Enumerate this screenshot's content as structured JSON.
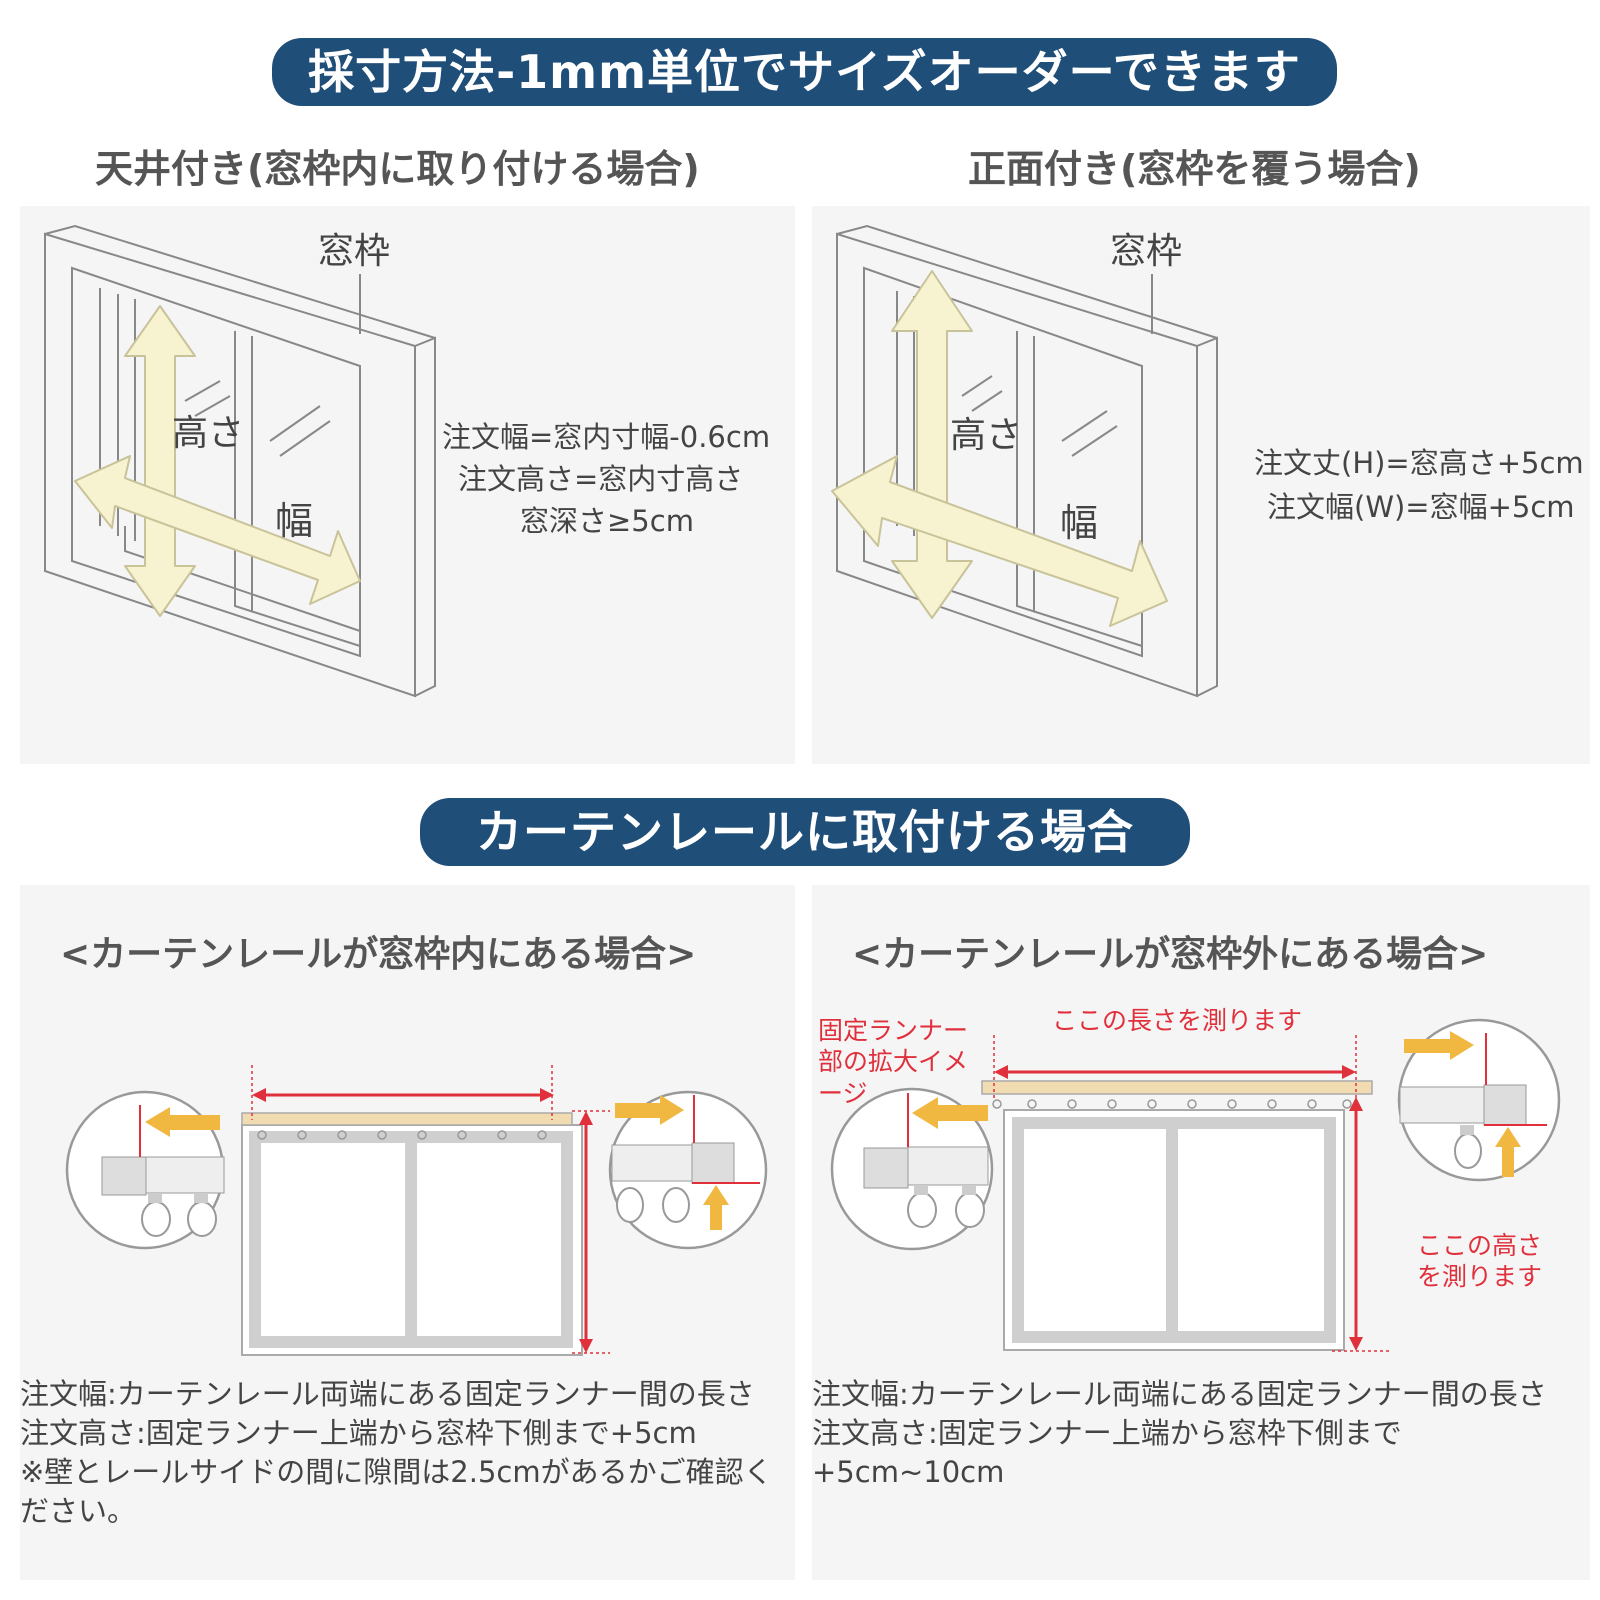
{
  "banners": {
    "top": "採寸方法-1mm単位でサイズオーダーできます",
    "rail": "カーテンレールに取付ける場合"
  },
  "ceiling": {
    "heading": "天井付き(窓枠内に取り付ける場合)",
    "frame_label": "窓枠",
    "height_label": "高さ",
    "width_label": "幅",
    "formula": [
      "注文幅=窓内寸幅-0.6cm",
      "注文高さ=窓内寸高さ",
      "窓深さ≥5cm"
    ]
  },
  "front": {
    "heading": "正面付き(窓枠を覆う場合)",
    "frame_label": "窓枠",
    "height_label": "高さ",
    "width_label": "幅",
    "formula": [
      "注文丈(H)=窓高さ+5cm",
      "注文幅(W)=窓幅+5cm"
    ]
  },
  "rail_inside": {
    "subheading": "<カーテンレールが窓枠内にある場合>",
    "notes": [
      "注文幅:カーテンレール両端にある固定ランナー間の長さ",
      "注文高さ:固定ランナー上端から窓枠下側まで+5cm",
      "※壁とレールサイドの間に隙間は2.5cmがあるかご確認ください。"
    ]
  },
  "rail_outside": {
    "subheading": "<カーテンレールが窓枠外にある場合>",
    "runner_label": [
      "固定ランナー",
      "部の拡大イメ",
      "ージ"
    ],
    "length_label": "ここの長さを測ります",
    "height_label": [
      "ここの高さ",
      "を測ります"
    ],
    "notes": [
      "注文幅:カーテンレール両端にある固定ランナー間の長さ",
      "注文高さ:固定ランナー上端から窓枠下側まで",
      "+5cm~10cm"
    ]
  },
  "colors": {
    "banner": "#1f4e79",
    "arrow_fill": "#f7f2cf",
    "arrow_stroke": "#c9c39a",
    "measure": "#e0303c",
    "runner_arrow": "#f0b840",
    "rail": "#f0dcb0"
  },
  "icons": [
    "frame-illustration",
    "double-arrow-icon",
    "magnifier-circle-icon",
    "runner-icon",
    "hook-icon"
  ]
}
